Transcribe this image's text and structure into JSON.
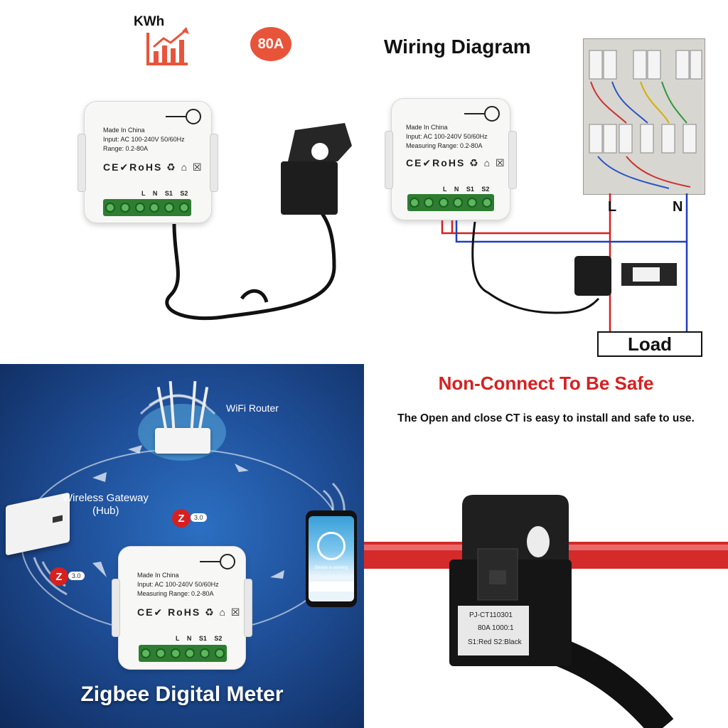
{
  "top_left": {
    "kwh_label": "KWh",
    "amp_badge": "80A",
    "meter": {
      "made_in": "Made In China",
      "input": "Input: AC 100-240V 50/60Hz",
      "range": "Range: 0.2-80A",
      "marks": "CE✔RoHS ♻ ⌂ ☒",
      "terminals": "L N S1 S2"
    }
  },
  "top_right": {
    "title": "Wiring Diagram",
    "meter": {
      "made_in": "Made In China",
      "input": "Input: AC 100-240V 50/60Hz",
      "range": "Measuring Range: 0.2-80A",
      "marks": "CE✔RoHS ♻ ⌂ ☒",
      "terminals": "L N S1 S2"
    },
    "line_label": "L",
    "neutral_label": "N",
    "load_label": "Load",
    "colors": {
      "line": "#d62020",
      "neutral": "#1f3fbf"
    }
  },
  "bottom_left": {
    "router_label": "WiFi Router",
    "gateway_label_1": "Wireless Gateway",
    "gateway_label_2": "(Hub)",
    "zigbee_version": "3.0",
    "phone_status": "Device is working",
    "meter": {
      "made_in": "Made In China",
      "input": "Input: AC 100-240V 50/60Hz",
      "range": "Measuring Range: 0.2-80A",
      "marks": "CE✔ RoHS ♻ ⌂ ☒",
      "terminals": "L N S1 S2"
    },
    "caption": "Zigbee Digital Meter"
  },
  "bottom_right": {
    "headline": "Non-Connect To Be Safe",
    "subline": "The Open and close CT is easy to install and safe to use.",
    "ct_model": "PJ-CT110301",
    "ct_rating": "80A 1000:1",
    "ct_wires": "S1:Red S2:Black",
    "colors": {
      "headline": "#d62020",
      "cable": "#d42a2a"
    }
  }
}
